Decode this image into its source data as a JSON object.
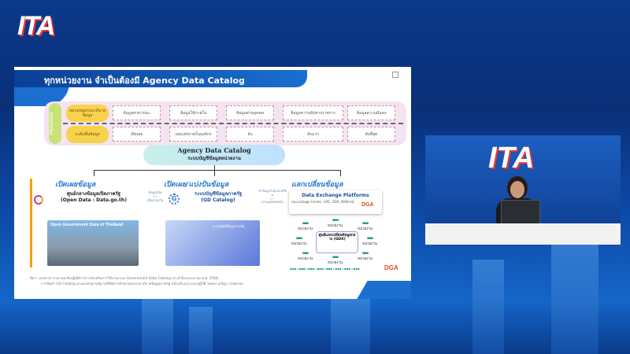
{
  "window": {
    "logo": "ITA"
  },
  "slide": {
    "title": "ทุกหน่วยงาน จำเป็นต้องมี Agency Data Catalog",
    "metadata_label": "Metadata",
    "row1": {
      "label": "หมวดหมู่ธรรมาภิบาลข้อมูล",
      "items": [
        "ข้อมูลสาธารณะ",
        "ข้อมูลใช้ภายใน",
        "ข้อมูลส่วนบุคคล",
        "ข้อมูลความลับทางราชการ",
        "ข้อมูลความมั่นคง"
      ]
    },
    "row2": {
      "label": "ระดับชั้นข้อมูล",
      "items": [
        "เปิดเผย",
        "เผยแพร่ภายในองค์กร",
        "ลับ",
        "ลับมาก",
        "ลับที่สุด"
      ]
    },
    "center": {
      "title": "Agency Data Catalog",
      "subtitle": "ระบบบัญชีข้อมูลหน่วยงาน"
    },
    "columns": [
      {
        "heading": "เปิดเผยข้อมูล",
        "name": "ศูนย์กลางข้อมูลเปิดภาครัฐ",
        "sub": "(Open Data : Data.go.th)",
        "screenshot_title": "Open Government Data of Thailand"
      },
      {
        "heading": "เปิดเผย/แบ่งปันข้อมูล",
        "name": "ระบบบัญชีข้อมูลภาครัฐ",
        "sub": "(GD Catalog)",
        "screenshot_title": "ระบบบัญชีข้อมูลภาครัฐ"
      },
      {
        "heading": "แลกเปลี่ยนข้อมูล",
        "name": "Data Exchange Platforms",
        "sub": "เช่น Linkage Center, GXC, GDX, NSW etc",
        "brand": "DGA"
      }
    ],
    "arrow1": [
      "ข้อมูลเปิด",
      "เชื่อมโยงกัน"
    ],
    "arrow2": [
      "นำข้อมูลไปแลกเปลี่ยน",
      "ผ่านแพลตฟอร์ม"
    ],
    "gdx": {
      "center": "ศูนย์แลกเปลี่ยนข้อมูลกลาง (GDX)",
      "node": "หน่วยงาน",
      "brand": "DGA"
    },
    "footnote": [
      "ที่มา: เอกสารการประชุมเชิงปฏิบัติการการส่งเสริมการใช้งานระบบ Government Data Catalog ประจำปีงบประมาณ พ.ศ. 2568,",
      "การจัดทำ GD Catalog ตามมาตรฐานรัฐบาลดิจิทัลว่าด้วยกรอบธรรมาภิบาลข้อมูลภาครัฐ ฉบับปรับปรุง แนวปฏิบัติ โดยดร.อุรัชฎา เกตุพรหม"
    ]
  },
  "camera": {
    "backdrop_logo": "ITA"
  }
}
